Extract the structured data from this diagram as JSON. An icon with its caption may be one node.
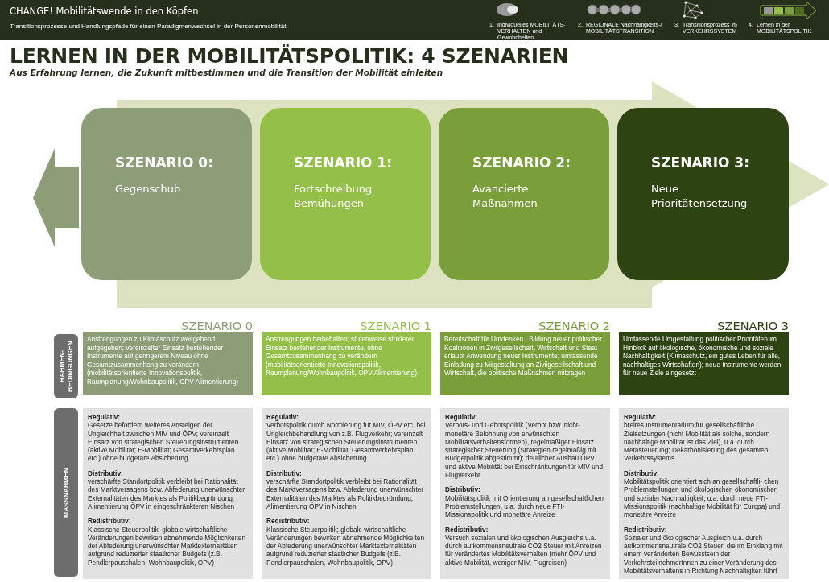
{
  "diagram": {
    "title": "LERNEN IN DER MOBILITÄTSPOLITIK: 4 SZENARIEN",
    "nodes": [
      {
        "text": [
          "CHANGE! Mobilitätswende in den Köpfen",
          "Transitionsprozesse und Handlungspfade für einen Paradigmenwechsel in der Personenmobilität"
        ]
      },
      {
        "text": [
          "SZENARIO 0:",
          "Gegenschub"
        ]
      },
      {
        "text": [
          "SZENARIO 1:",
          "Fortschreibung Bemühungen"
        ]
      },
      {
        "text": [
          "SZENARIO 2:",
          "Avancierte Maßnahmen"
        ]
      },
      {
        "text": [
          "SZENARIO 3:",
          "Neue Prioritätensetzung"
        ]
      },
      {
        "text": [
          "RAHMEN- BEDINGUNGEN"
        ]
      },
      {
        "text": [
          "SZENARIO 0",
          "Anstrengungen zu Klimaschutz weitgehend aufgegeben; vereinzelter Einsatz bestehender Instrumente auf geringerem Niveau ohne Gesamtzusammenhang zu verändern (mobilitätsorientierte Innovationspolitik, Raumplanung/Wohnbaupolitik, ÖPV Alimentierung)"
        ]
      },
      {
        "text": [
          "SZENARIO 1",
          "Anstrengungen beibehalten; stufenweise strikterer Einsatz bestehender Instrumente, ohne Gesamtzusammenhang zu verändern (mobilitätsorientierte Innovationspolitik, Raumplanung/Wohnbaupolitik, ÖPV Alimentierung)"
        ]
      },
      {
        "text": [
          "SZENARIO 2",
          "Bereitschaft für Umdenken ; Bildung neuer politischer Koalitionen in Zivilgesellschaft, Wirtschaft und Staat erlaubt Anwendung neuer Instrumente; umfassende Einladung zu Mitgestaltung an Zivilgesellschaft und Wirtschaft, die politische Maßnahmen mittragen"
        ]
      },
      {
        "text": [
          "SZENARIO 3",
          "Umfassende Umgestaltung politischer Prioritäten im Hinblick auf ökologische, ökonomische und soziale Nachhaltigkeit (Klimaschutz, ein gutes Leben für alle, nachhaltiges Wirtschaften); neue Instrumente werden für neue Ziele eingesetzt"
        ]
      },
      {
        "text": [
          "MASSNAHMEN"
        ]
      },
      {
        "text": [
          "Regulativ:",
          "Gesetze befördern weiteres Ansteigen der Ungleichheit zwischen MIV und ÖPV; vereinzelt Einsatz von strategischen Steuerungsinstrumenten (aktive Mobilität; E-Mobilität; Gesamtverkehrsplan etc.) ohne budgetäre Absicherung",
          "Distributiv:",
          "verschärfte Standortpolitik verbleibt bei Rationalität des Marktversagens bzw. Abfederung unerwünschter Externalitäten des Marktes als Politikbegründung; Alimentierung ÖPV in eingeschränkteren Nischen",
          "Redistributiv:",
          "Klassische Steuerpolitik; globale wirtschaftliche Veränderungen bewirken abnehmende Möglichkeiten der Abfederung unerwünschter Marktexternalitäten aufgrund reduzierter staatlicher Budgets (z.B. Pendlerpauschalen, Wohnbaupolitik, ÖPV)"
        ]
      },
      {
        "text": [
          "Regulativ:",
          "Verbotspolitik durch Normierung für MIV, ÖPV etc. bei Ungleichbehandlung von z.B. Flugverkehr; vereinzelt Einsatz von strategischen Steuerungsinstrumenten (aktive Mobilität; E-Mobilität; Gesamtverkehrsplan etc.) ohne budgetäre Absicherung",
          "Distributiv:",
          "verschärfte Standortpolitik verbleibt bei Rationalität des Marktversagens bzw. Abfederung unerwünschter Externalitäten des Marktes als Politikbegründung; Alimentierung ÖPV in Nischen",
          "Redistributiv:",
          "Klassische Steuerpolitik; globale wirtschaftliche Veränderungen bewirken abnehmende Möglichkeiten der Abfederung unerwünschter Marktexternalitäten aufgrund reduzierter staatlicher Budgets (z.B. Pendlerpauschalen, Wohnbaupolitik, ÖPV)"
        ]
      },
      {
        "text": [
          "Regulativ:",
          "Verbots- und Gebotspolitik (Verbot bzw. nicht-monetäre Belohnung von erwünschten Mobilitätsverhaltensformen), regelmäßiger Einsatz strategischer Steuerung (Strategien regelmäßig mit Budgetpolitik abgestimmt); deutlicher Ausbau ÖPV und aktive Mobilität bei Einschränkungen für MIV und Flugverkehr",
          "Distributiv:",
          "Mobilitätspolitik mit Orientierung an gesellschaftlichen Problemstellungen, u.a. durch neue FTI-Missionspolitik und monetäre Anreize",
          "Redistributiv:",
          "Versuch sozialen und ökologischen Ausgleichs u.a. durch aufkommensneutrale CO2 Steuer mit Anreizen für verändertes Mobilitätsverhalten (mehr ÖPV und aktive Mobilität, weniger MIV, Flugreisen)"
        ]
      },
      {
        "text": [
          "Regulativ:",
          "breites Instrumentarium für gesellschaftliche Zielsetzungen (nicht Mobilität als solche, sondern nachhaltige Mobilität ist das Ziel), u.a. durch Metasteuerung; Dekarbonisierung des gesamten Verkehrssystems",
          "Distributiv:",
          "Mobilitätspolitik orientiert sich an gesellschaftli- chen Problemstellungen und ökologischer, ökonomischer und sozialer Nachhaltigkeit, u.a. durch neue FTI-Missionspolitik (nachhaltige Mobilität für Europa) und monetäre Anreize",
          "Redistributiv:",
          "Sozialer und ökologischer Ausgleich u.a. durch aufkommensneutrale CO2 Steuer, die im Einklang mit einem veränderten Bewusstsein der VerkehrsteilnehmerInnen zu einer Veränderung des Mobilitätsverhaltens in Richtung Nachhaltigkeit führt"
        ]
      }
    ],
    "labels": [
      "1.",
      "Individuelles MOBILITÄTS- VERHALTEN und Gewohnheiten",
      "2.",
      "REGIONALE Nachhaltigkeits-/ MOBILITÄTSTRANSITION",
      "3.",
      "Transitionsprozess im VERKEHRSSYSTEM",
      "4.",
      "Lernen in der MOBILITÄTSPOLITIK",
      "Aus Erfahrung lernen, die Zukunft mitbestimmen und die Transition der Mobilität einleiten"
    ]
  }
}
